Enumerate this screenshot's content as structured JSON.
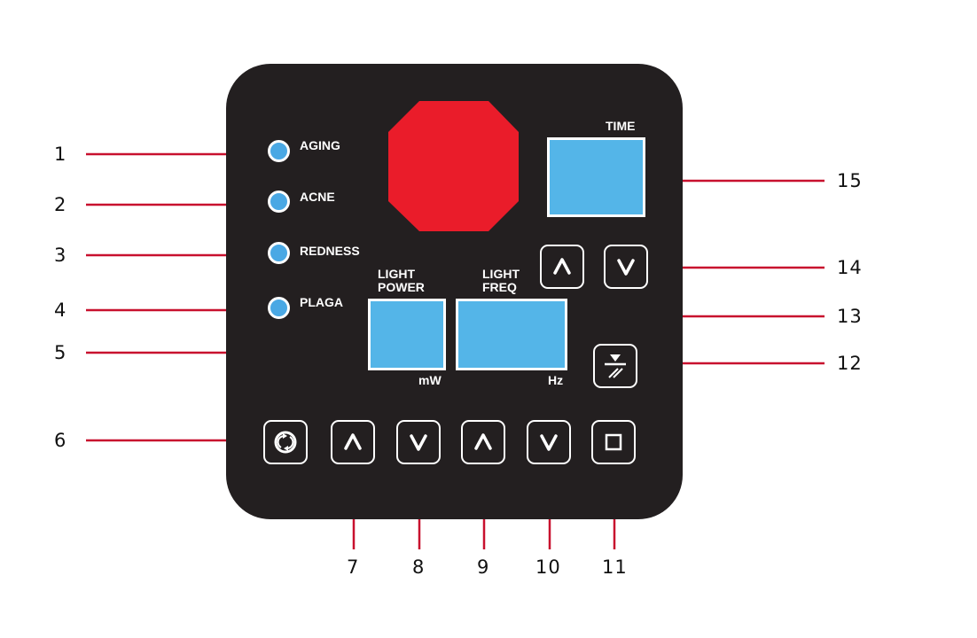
{
  "indicators": [
    "AGING",
    "ACNE",
    "REDNESS",
    "PLAGA"
  ],
  "display_labels": {
    "light_power_line1": "LIGHT",
    "light_power_line2": "POWER",
    "light_freq_line1": "LIGHT",
    "light_freq_line2": "FREQ",
    "time": "TIME",
    "power_unit": "mW",
    "freq_unit": "Hz"
  },
  "callouts": [
    "1",
    "2",
    "3",
    "4",
    "5",
    "6",
    "7",
    "8",
    "9",
    "10",
    "11",
    "12",
    "13",
    "14",
    "15"
  ],
  "buttons": {
    "cycle": "cycle-icon",
    "power_up": "chevron-up-icon",
    "power_down": "chevron-down-icon",
    "freq_up": "chevron-up-icon",
    "freq_down": "chevron-down-icon",
    "stop": "square-icon",
    "mode": "triangle-slash-icon",
    "time_up": "chevron-up-icon",
    "time_down": "chevron-down-icon"
  },
  "colors": {
    "panel": "#231f20",
    "display": "#54b5e8",
    "led": "#4aa8e4",
    "light_window": "#ea1c2a",
    "callout_line": "#c8102e"
  }
}
